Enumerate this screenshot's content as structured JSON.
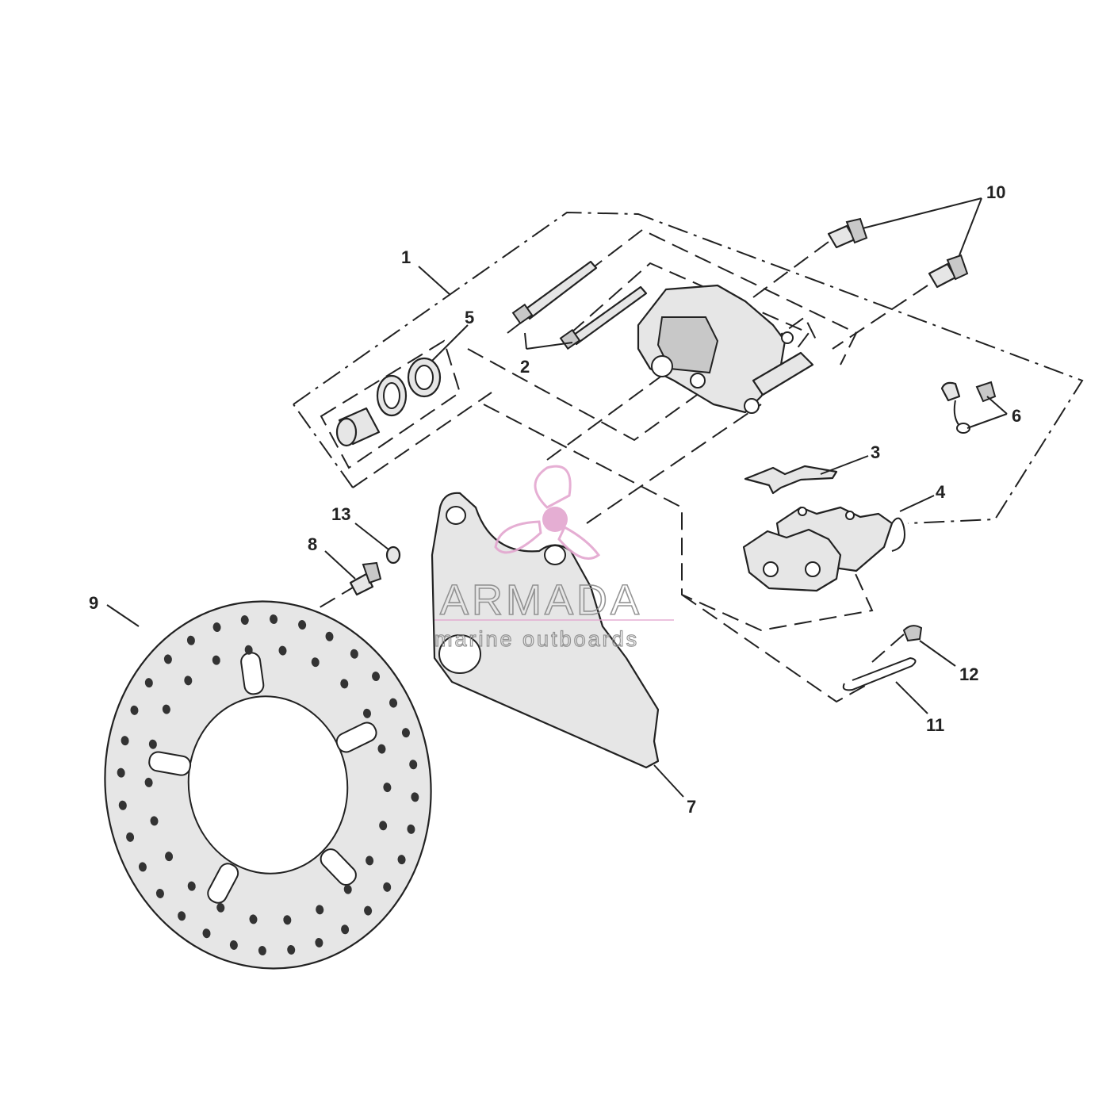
{
  "callouts": {
    "c1": "1",
    "c2": "2",
    "c3": "3",
    "c4": "4",
    "c5": "5",
    "c6": "6",
    "c7": "7",
    "c8": "8",
    "c9": "9",
    "c10": "10",
    "c11": "11",
    "c12": "12",
    "c13": "13"
  },
  "watermark": {
    "name": "ARMADA",
    "tagline": "marine outboards",
    "accent_color": "#e3a6cf"
  },
  "colors": {
    "line": "#222222",
    "part_fill": "#e6e6e6",
    "background": "#ffffff"
  }
}
